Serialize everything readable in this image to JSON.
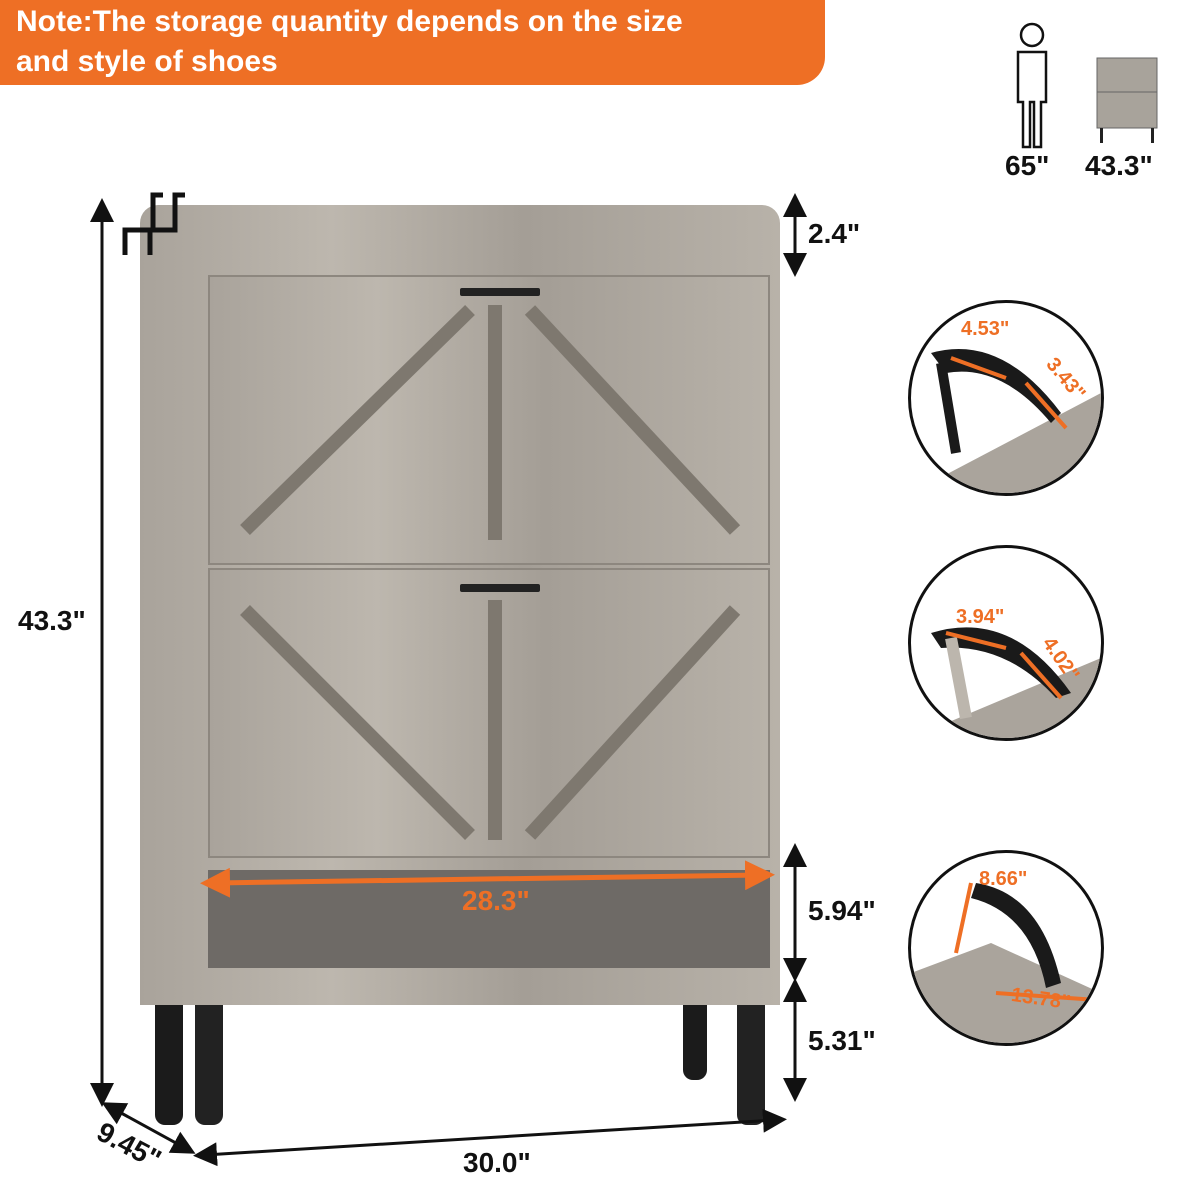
{
  "note": {
    "line1": "Note:The storage quantity depends on the size",
    "line2": "and style of shoes"
  },
  "scale": {
    "person_height": "65\"",
    "cabinet_height": "43.3\""
  },
  "dimensions": {
    "total_height": "43.3\"",
    "top_rail": "2.4\"",
    "open_shelf_width": "28.3\"",
    "open_shelf_height": "5.94\"",
    "leg_height": "5.31\"",
    "width": "30.0\"",
    "depth": "9.45\""
  },
  "details": [
    {
      "a": "4.53\"",
      "b": "3.43\""
    },
    {
      "a": "3.94\"",
      "b": "4.02\""
    },
    {
      "a": "8.66\"",
      "b": "13.78\""
    }
  ],
  "colors": {
    "accent": "#ee6f25",
    "wood": "#b1aba2",
    "metal": "#1a1a1a"
  }
}
